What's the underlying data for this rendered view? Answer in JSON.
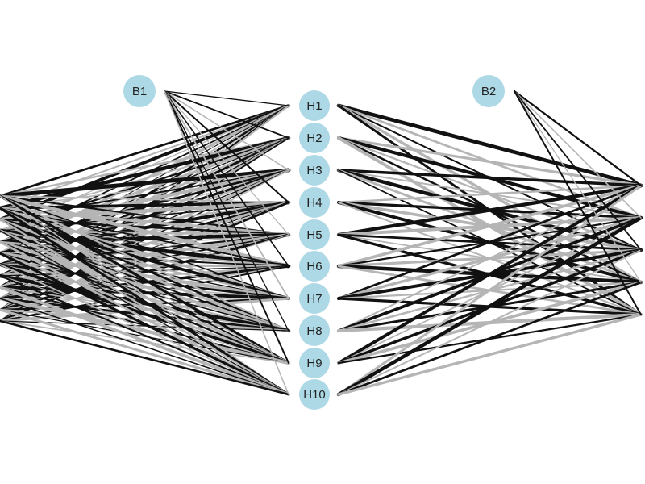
{
  "nodes": {
    "bias": [
      {
        "id": "b1",
        "label": "B1"
      },
      {
        "id": "b2",
        "label": "B2"
      }
    ],
    "hidden": [
      {
        "id": "h1",
        "label": "H1"
      },
      {
        "id": "h2",
        "label": "H2"
      },
      {
        "id": "h3",
        "label": "H3"
      },
      {
        "id": "h4",
        "label": "H4"
      },
      {
        "id": "h5",
        "label": "H5"
      },
      {
        "id": "h6",
        "label": "H6"
      },
      {
        "id": "h7",
        "label": "H7"
      },
      {
        "id": "h8",
        "label": "H8"
      },
      {
        "id": "h9",
        "label": "H9"
      },
      {
        "id": "h10",
        "label": "H10"
      }
    ]
  },
  "colors": {
    "node_fill": "#add8e6",
    "positive_weight": "#111111",
    "negative_weight": "#b5b5b5",
    "background": "#ffffff"
  },
  "connection_weights": {
    "input_to_hidden": [
      [
        0.9,
        -0.6,
        1.4,
        -0.3,
        0.5,
        -1.2,
        0.2,
        -0.4,
        0.8,
        -0.2,
        0.6,
        -0.7
      ],
      [
        -0.8,
        1.6,
        -0.5,
        0.7,
        -1.1,
        0.3,
        -0.6,
        1.0,
        -0.3,
        0.4,
        -0.9,
        0.5
      ],
      [
        1.8,
        -0.4,
        0.6,
        -1.5,
        0.9,
        -0.2,
        1.1,
        -0.7,
        0.3,
        -1.0,
        0.4,
        -0.3
      ],
      [
        -0.5,
        1.2,
        -1.7,
        0.4,
        -0.6,
        1.5,
        -0.3,
        0.8,
        -1.2,
        0.2,
        -0.5,
        0.9
      ],
      [
        0.6,
        -1.3,
        0.8,
        -0.9,
        1.6,
        -0.4,
        0.7,
        -1.4,
        0.5,
        -0.6,
        1.0,
        -0.2
      ],
      [
        -1.6,
        0.5,
        -0.3,
        1.7,
        -0.8,
        0.6,
        -1.0,
        0.3,
        -0.7,
        1.2,
        -0.4,
        0.6
      ],
      [
        0.4,
        -0.9,
        1.3,
        -0.6,
        0.3,
        -1.5,
        0.9,
        -0.5,
        1.4,
        -0.3,
        0.7,
        -1.1
      ],
      [
        -0.7,
        0.8,
        -1.1,
        0.5,
        -1.4,
        0.4,
        -0.6,
        1.6,
        -0.4,
        0.9,
        -0.8,
        0.3
      ],
      [
        1.1,
        -0.3,
        0.5,
        -1.2,
        0.7,
        -0.9,
        1.3,
        -0.2,
        0.6,
        -1.6,
        0.3,
        -0.5
      ],
      [
        -0.4,
        1.0,
        -0.7,
        0.3,
        -0.9,
        1.1,
        -0.5,
        0.6,
        -1.3,
        0.4,
        -1.0,
        0.8
      ]
    ],
    "bias1_to_hidden": [
      0.3,
      0.5,
      -0.4,
      0.6,
      -0.3,
      0.4,
      -0.5,
      0.3,
      0.6,
      -0.4
    ],
    "hidden_to_output": [
      [
        1.7,
        -0.9,
        0.6,
        -1.2,
        1.0
      ],
      [
        -1.1,
        1.5,
        -0.7,
        0.8,
        -1.4
      ],
      [
        1.2,
        -0.6,
        1.6,
        -1.0,
        0.5
      ],
      [
        -0.8,
        1.1,
        -1.3,
        1.4,
        -0.6
      ],
      [
        1.5,
        -1.4,
        0.9,
        -0.5,
        1.2
      ],
      [
        -1.3,
        0.7,
        -1.1,
        1.6,
        -0.9
      ],
      [
        0.9,
        -1.2,
        1.4,
        -0.7,
        1.1
      ],
      [
        -0.6,
        1.3,
        -0.8,
        1.0,
        -1.5
      ],
      [
        1.4,
        -0.5,
        1.2,
        -1.3,
        0.7
      ],
      [
        -1.0,
        1.6,
        -0.6,
        0.9,
        -1.2
      ]
    ],
    "bias2_to_output": [
      0.7,
      -0.4,
      0.5,
      -0.3,
      0.6
    ]
  }
}
